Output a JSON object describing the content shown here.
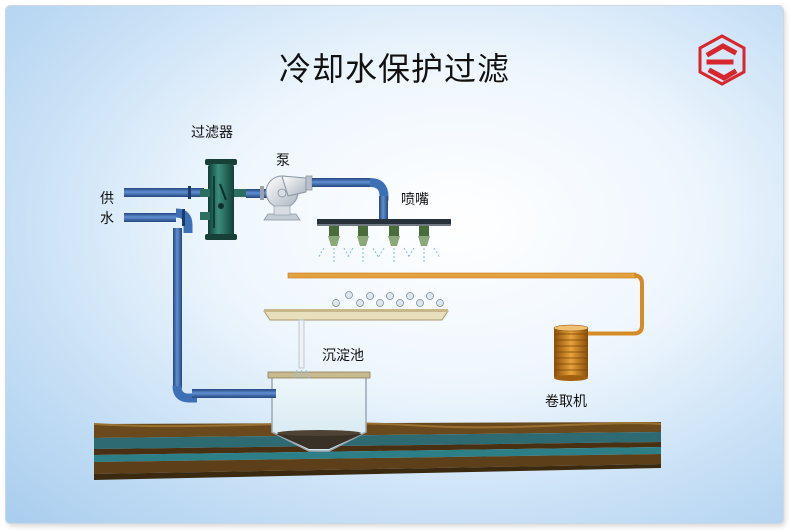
{
  "title": "冷却水保护过滤",
  "labels": {
    "filter": "过滤器",
    "pump": "泵",
    "nozzle": "喷嘴",
    "supply_char1": "供",
    "supply_char2": "水",
    "settling_tank": "沉淀池",
    "coiler": "卷取机"
  },
  "colors": {
    "pipe": "#3d6fb6",
    "pipe_dark": "#24467e",
    "filter_body": "#2f7a6b",
    "strip": "#e0962e",
    "coil": "#d4861a",
    "logo": "#d8262e"
  }
}
